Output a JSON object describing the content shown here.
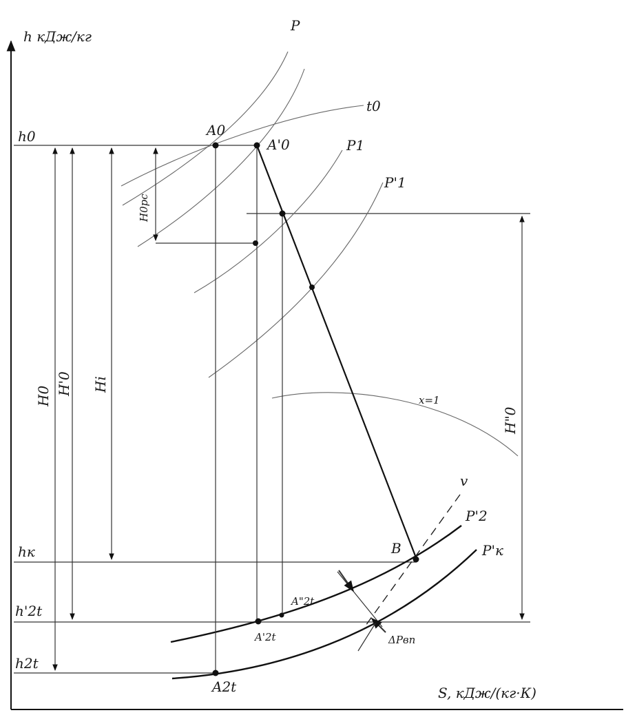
{
  "axes": {
    "y_label": "h  кДж/кг",
    "x_label": "S, кДж/(кг·К)"
  },
  "level_labels": {
    "h0": "h0",
    "hk": "hк",
    "h2t_prime": "h'2t",
    "h2t": "h2t"
  },
  "curve_labels": {
    "P": "P",
    "t0": "t0",
    "P1": "P1",
    "P1_prime": "P'1",
    "x1": "x=1",
    "v": "v",
    "P2_prime": "P'2",
    "Pk_prime": "P'к"
  },
  "point_labels": {
    "A0": "A0",
    "A0_prime": "A'0",
    "B": "B",
    "A2t_dprime": "A\"2t",
    "A2t_prime": "A'2t",
    "A2t": "A2t"
  },
  "dimension_labels": {
    "H0": "H0",
    "H0_prime": "H'0",
    "Hi": "Hi",
    "H0_pc": "H0pc",
    "H0_dprime": "H\"0",
    "delta_P": "ΔPвп"
  }
}
